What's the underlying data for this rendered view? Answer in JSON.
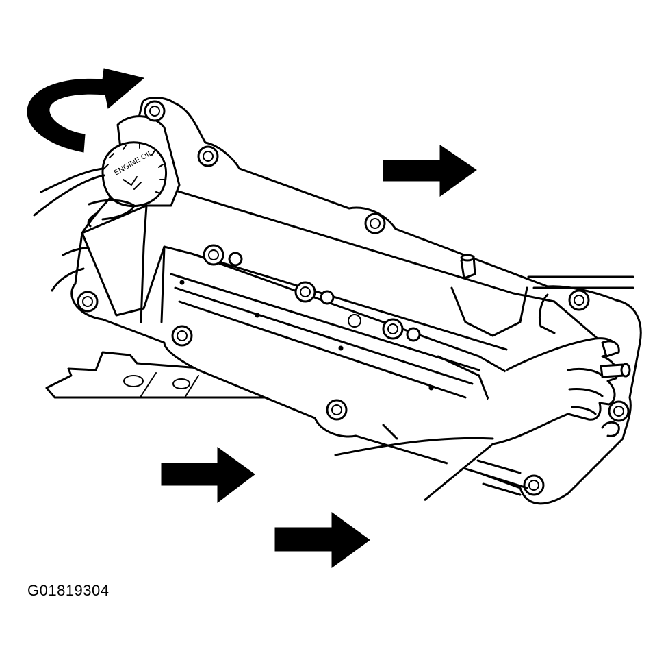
{
  "figure": {
    "id": "G01819304",
    "cap_text": "ENGINE OIL"
  },
  "arrows": [
    {
      "name": "rotate-cap-arrow",
      "kind": "curved"
    },
    {
      "name": "slide-right-arrow-top",
      "kind": "straight"
    },
    {
      "name": "slide-right-arrow-middle",
      "kind": "straight"
    },
    {
      "name": "slide-right-arrow-bottom",
      "kind": "straight"
    }
  ],
  "colors": {
    "ink": "#000000",
    "paper": "#ffffff"
  }
}
